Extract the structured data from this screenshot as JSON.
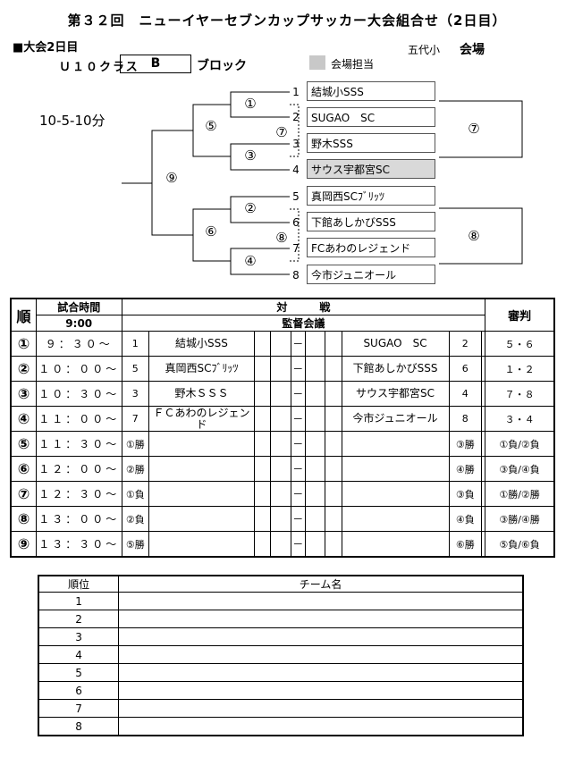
{
  "title": "第３２回　ニューイヤーセブンカップサッカー大会組合せ（2日目）",
  "day_label": "■大会2日目",
  "venue_school": "五代小",
  "venue_label": "会場",
  "class_label": "Ｕ１０クラス",
  "block_letter": "B",
  "block_label": "ブロック",
  "legend_label": "会場担当",
  "match_time": "10-5-10分",
  "teams": [
    {
      "seed": "1",
      "name": "結城小SSS",
      "host": false
    },
    {
      "seed": "2",
      "name": "SUGAO　SC",
      "host": false
    },
    {
      "seed": "3",
      "name": "野木SSS",
      "host": false
    },
    {
      "seed": "4",
      "name": "サウス宇都宮SC",
      "host": true
    },
    {
      "seed": "5",
      "name": "真岡西SCﾌﾞﾘｯﾂ",
      "host": false
    },
    {
      "seed": "6",
      "name": "下館あしかびSSS",
      "host": false
    },
    {
      "seed": "7",
      "name": "FCあわのレジェンド",
      "host": false
    },
    {
      "seed": "8",
      "name": "今市ジュニオール",
      "host": false
    }
  ],
  "bracket_labels": {
    "m1": "①",
    "m2": "②",
    "m3": "③",
    "m4": "④",
    "m5": "⑤",
    "m6": "⑥",
    "m7": "⑦",
    "m8": "⑧",
    "m9": "⑨",
    "right_top": "⑦",
    "right_bottom": "⑧"
  },
  "schedule": {
    "h_order": "順",
    "h_time": "試合時間",
    "h_match": "対　　　戦",
    "h_ref": "審判",
    "h_start": "9:00",
    "h_meeting": "監督会議",
    "rows": [
      {
        "no": "①",
        "time": "９：３０～",
        "ls": "1",
        "lt": "結城小SSS",
        "rt": "SUGAO　SC",
        "rs": "2",
        "ref": "５・６"
      },
      {
        "no": "②",
        "time": "１０：００～",
        "ls": "5",
        "lt": "真岡西SCﾌﾞﾘｯﾂ",
        "rt": "下館あしかびSSS",
        "rs": "6",
        "ref": "１・２"
      },
      {
        "no": "③",
        "time": "１０：３０～",
        "ls": "3",
        "lt": "野木ＳＳＳ",
        "rt": "サウス宇都宮SC",
        "rs": "4",
        "ref": "７・８"
      },
      {
        "no": "④",
        "time": "１１：００～",
        "ls": "7",
        "lt": "ＦＣあわのレジェンド",
        "rt": "今市ジュニオール",
        "rs": "8",
        "ref": "３・４"
      },
      {
        "no": "⑤",
        "time": "１１：３０～",
        "ls": "①勝",
        "lt": "",
        "rt": "",
        "rs": "③勝",
        "ref": "①負/②負"
      },
      {
        "no": "⑥",
        "time": "１２：００～",
        "ls": "②勝",
        "lt": "",
        "rt": "",
        "rs": "④勝",
        "ref": "③負/④負"
      },
      {
        "no": "⑦",
        "time": "１２：３０～",
        "ls": "①負",
        "lt": "",
        "rt": "",
        "rs": "③負",
        "ref": "①勝/②勝"
      },
      {
        "no": "⑧",
        "time": "１３：００～",
        "ls": "②負",
        "lt": "",
        "rt": "",
        "rs": "④負",
        "ref": "③勝/④勝"
      },
      {
        "no": "⑨",
        "time": "１３：３０～",
        "ls": "⑤勝",
        "lt": "",
        "rt": "",
        "rs": "⑥勝",
        "ref": "⑤負/⑥負"
      }
    ],
    "dash": "－"
  },
  "ranking": {
    "h_rank": "順位",
    "h_team": "チーム名",
    "ranks": [
      "1",
      "2",
      "3",
      "4",
      "5",
      "6",
      "7",
      "8"
    ]
  }
}
